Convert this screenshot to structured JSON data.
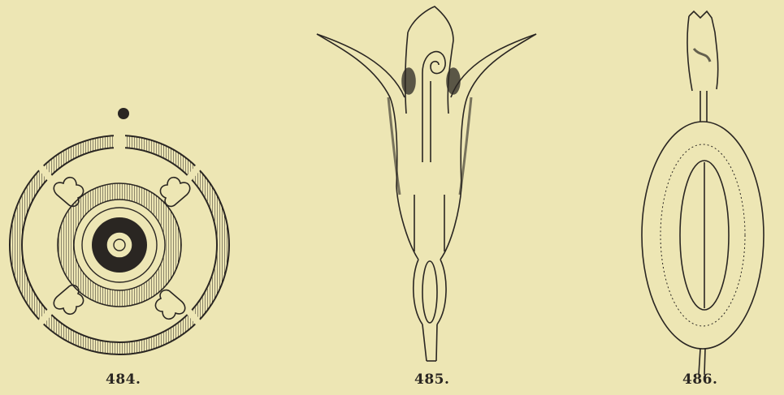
{
  "figures": [
    {
      "id": "fig-484",
      "caption": "484."
    },
    {
      "id": "fig-485",
      "caption": "485."
    },
    {
      "id": "fig-486",
      "caption": "486."
    }
  ],
  "colors": {
    "paper": "#ede6b4",
    "ink": "#2a2622"
  }
}
